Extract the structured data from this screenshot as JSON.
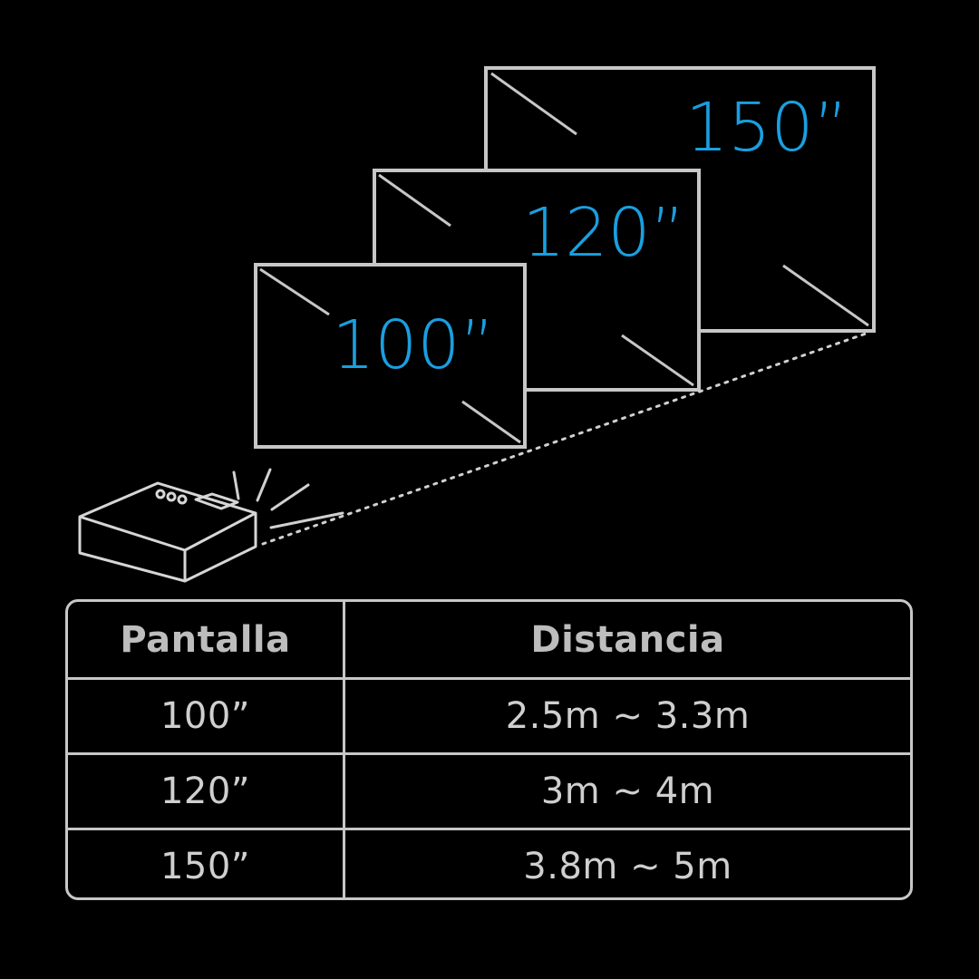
{
  "colors": {
    "background": "#000000",
    "label_accent": "#1a9fe0",
    "line": "#c7c7c7",
    "text": "#cfcfcf"
  },
  "screens": [
    {
      "label": "100”"
    },
    {
      "label": "120”"
    },
    {
      "label": "150”"
    }
  ],
  "table": {
    "headers": {
      "screen": "Pantalla",
      "distance": "Distancia"
    },
    "rows": [
      {
        "screen": "100”",
        "distance": "2.5m ~ 3.3m"
      },
      {
        "screen": "120”",
        "distance": "3m ~ 4m"
      },
      {
        "screen": "150”",
        "distance": "3.8m ~ 5m"
      }
    ]
  }
}
